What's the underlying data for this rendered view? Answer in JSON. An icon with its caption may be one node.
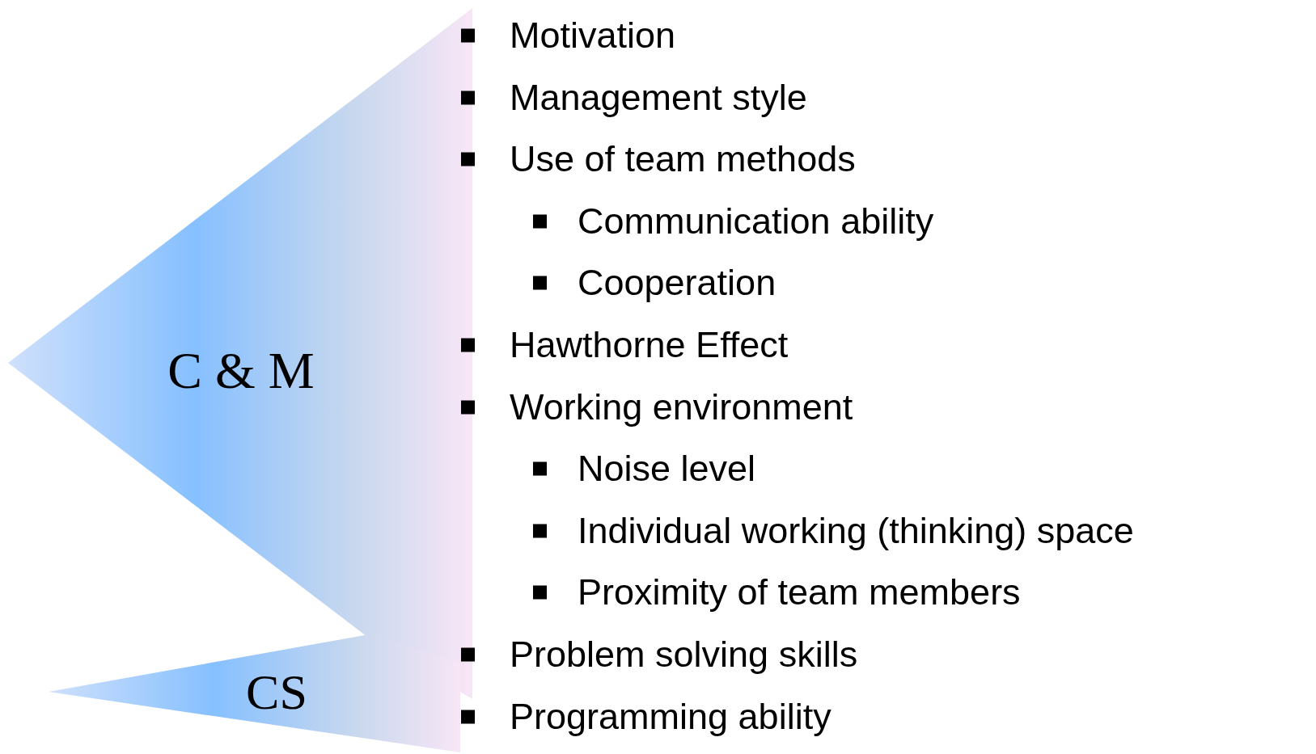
{
  "diagram": {
    "nodes": [
      {
        "text": [
          "C & M"
        ]
      },
      {
        "text": [
          "CS"
        ]
      }
    ],
    "edges": [],
    "labels": [
      "Motivation",
      "Management style",
      "Use of team methods",
      "Communication ability",
      "Cooperation",
      "Hawthorne Effect",
      "Working environment",
      "Noise level",
      "Individual working (thinking) space",
      "Proximity of team members",
      "Problem solving skills",
      "Programming ability"
    ]
  }
}
